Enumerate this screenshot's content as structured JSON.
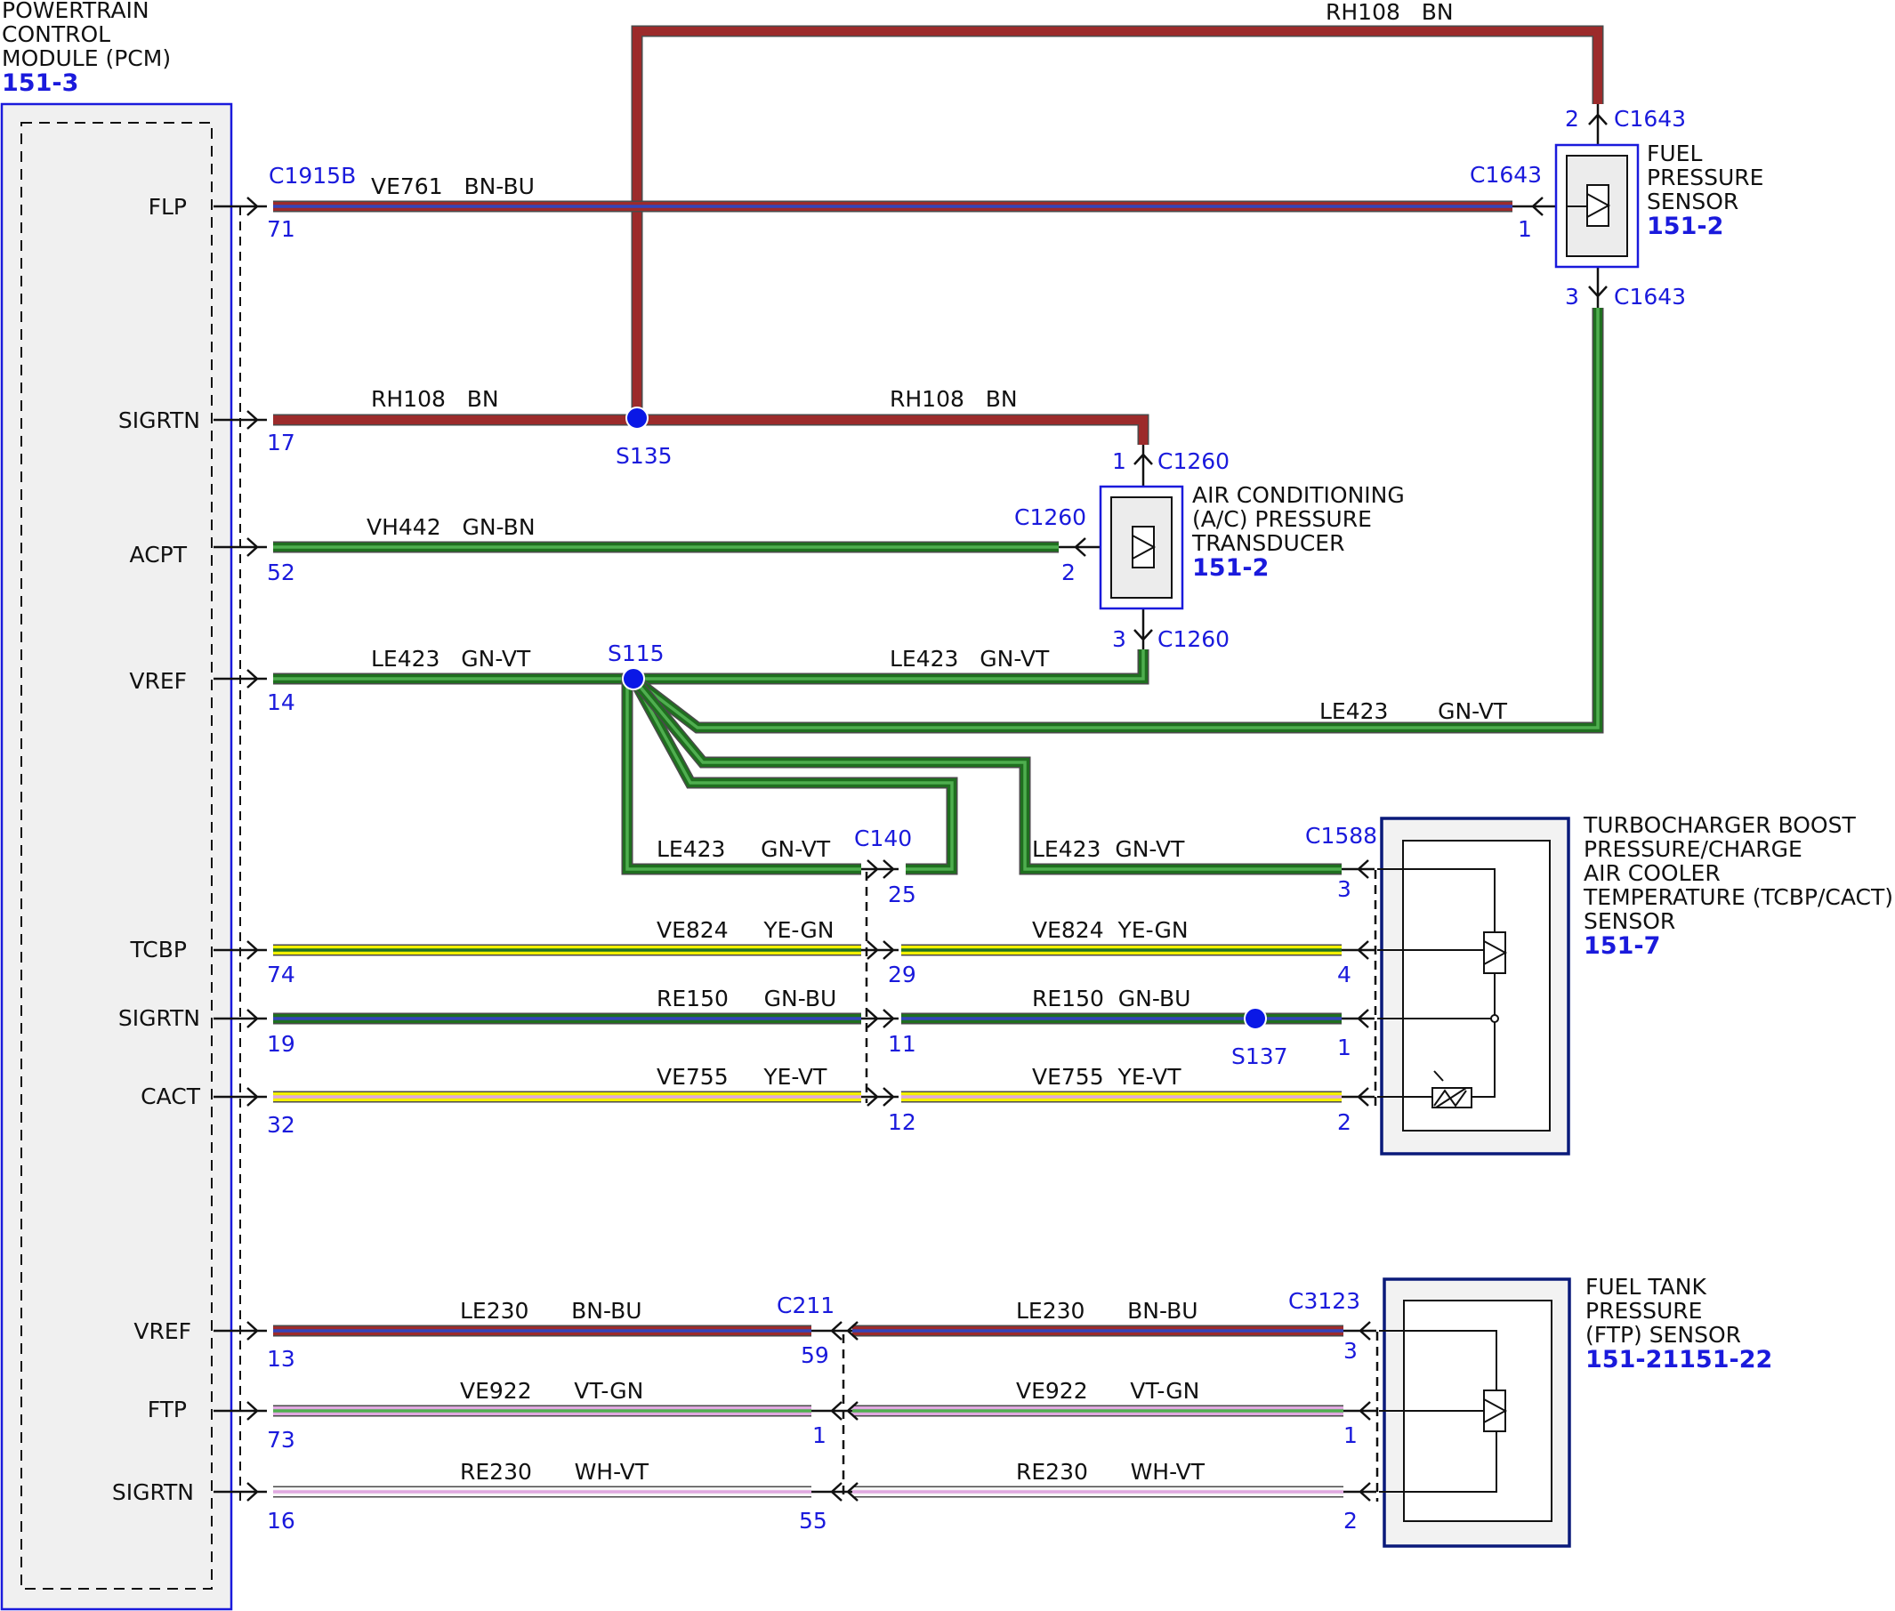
{
  "colors": {
    "BN": "#9c2b2b",
    "BU": "#3344bb",
    "GN": "#1f6f1f",
    "GN_LIGHT": "#4fae4f",
    "VT": "#7a3aa8",
    "YE": "#f3f000",
    "WH": "#f6f6f6",
    "VT_LIGHT": "#e0a8e0",
    "connector_blue": "#1a1adc",
    "splice": "#0a18e6",
    "outline": "#0a1a7a",
    "module_fill": "#f0f0f0"
  },
  "pcm": {
    "title_lines": [
      "POWERTRAIN",
      "CONTROL",
      "MODULE (PCM)"
    ],
    "ref": "151-3",
    "pins": {
      "flp": "FLP",
      "sigrtn1": "SIGRTN",
      "acpt": "ACPT",
      "vref1": "VREF",
      "tcbp": "TCBP",
      "sigrtn2": "SIGRTN",
      "cact": "CACT",
      "vref2": "VREF",
      "ftp": "FTP",
      "sigrtn3": "SIGRTN"
    },
    "connector": "C1915B"
  },
  "components": {
    "fuel_pressure_sensor": {
      "name_lines": [
        "FUEL",
        "PRESSURE",
        "SENSOR"
      ],
      "ref": "151-2"
    },
    "ac_pressure_transducer": {
      "name_lines": [
        "AIR CONDITIONING",
        "(A/C) PRESSURE",
        "TRANSDUCER"
      ],
      "ref": "151-2"
    },
    "tcbp_cact_sensor": {
      "name_lines": [
        "TURBOCHARGER BOOST",
        "PRESSURE/CHARGE",
        "AIR COOLER",
        "TEMPERATURE (TCBP/CACT)",
        "SENSOR"
      ],
      "ref": "151-7"
    },
    "ftp_sensor": {
      "name_lines": [
        "FUEL TANK",
        "PRESSURE",
        "(FTP) SENSOR"
      ],
      "ref": "151-21151-22"
    }
  },
  "connectors": {
    "c1643_top": "C1643",
    "c1643_side": "C1643",
    "c1643_bottom": "C1643",
    "c1260_top": "C1260",
    "c1260_side": "C1260",
    "c1260_bottom": "C1260",
    "c140": "C140",
    "c1588": "C1588",
    "c211": "C211",
    "c3123": "C3123"
  },
  "splices": {
    "s135": "S135",
    "s115": "S115",
    "s137": "S137"
  },
  "pin_numbers": {
    "pcm_flp": "71",
    "pcm_sigrtn1": "17",
    "pcm_acpt": "52",
    "pcm_vref1": "14",
    "pcm_tcbp": "74",
    "pcm_sigrtn2": "19",
    "pcm_cact": "32",
    "pcm_vref2": "13",
    "pcm_ftp": "73",
    "pcm_sigrtn3": "16",
    "fps_2": "2",
    "fps_1": "1",
    "fps_3": "3",
    "act_1": "1",
    "act_2": "2",
    "act_3": "3",
    "c140_25": "25",
    "c140_29": "29",
    "c140_11": "11",
    "c140_12": "12",
    "c1588_3": "3",
    "c1588_4": "4",
    "c1588_1": "1",
    "c1588_2": "2",
    "c211_59": "59",
    "c211_1": "1",
    "c211_55": "55",
    "c3123_3": "3",
    "c3123_1": "1",
    "c3123_2": "2"
  },
  "wire_labels": {
    "rh108_top": "RH108   BN",
    "ve761": "VE761   BN-BU",
    "rh108_left": "RH108   BN",
    "rh108_right": "RH108   BN",
    "vh442": "VH442   GN-BN",
    "le423_a": "LE423   GN-VT",
    "le423_b": "LE423   GN-VT",
    "le423_c": "LE423       GN-VT",
    "le423_d": "LE423     GN-VT",
    "le423_e": "LE423  GN-VT",
    "ve824_a": "VE824     YE-GN",
    "ve824_b": "VE824  YE-GN",
    "re150_a": "RE150     GN-BU",
    "re150_b": "RE150  GN-BU",
    "ve755_a": "VE755     YE-VT",
    "ve755_b": "VE755  YE-VT",
    "le230_a": "LE230      BN-BU",
    "le230_b": "LE230      BN-BU",
    "ve922_a": "VE922      VT-GN",
    "ve922_b": "VE922      VT-GN",
    "re230_a": "RE230      WH-VT",
    "re230_b": "RE230      WH-VT"
  }
}
